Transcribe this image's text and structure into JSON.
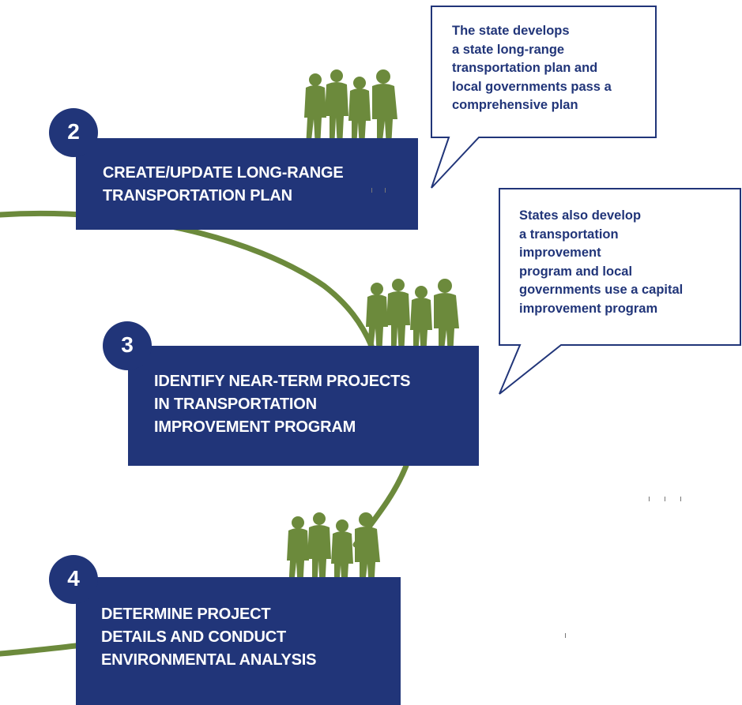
{
  "colors": {
    "navy": "#213579",
    "green": "#6c8a3c",
    "white": "#ffffff"
  },
  "steps": [
    {
      "number": "2",
      "lines": [
        "CREATE/UPDATE LONG-RANGE",
        "TRANSPORTATION PLAN"
      ]
    },
    {
      "number": "3",
      "lines": [
        "IDENTIFY NEAR-TERM PROJECTS",
        "IN TRANSPORTATION",
        "IMPROVEMENT PROGRAM"
      ]
    },
    {
      "number": "4",
      "lines": [
        "DETERMINE PROJECT",
        "DETAILS AND CONDUCT",
        "ENVIRONMENTAL ANALYSIS"
      ]
    }
  ],
  "callouts": [
    {
      "lines": [
        "The state develops",
        "a state long-range",
        "transportation plan and",
        "local governments pass a",
        "comprehensive plan"
      ]
    },
    {
      "lines": [
        "States also develop",
        "a transportation",
        "improvement",
        "program and local",
        "governments use a capital",
        "improvement program"
      ]
    }
  ],
  "icons": {
    "people": "people-group-icon"
  }
}
